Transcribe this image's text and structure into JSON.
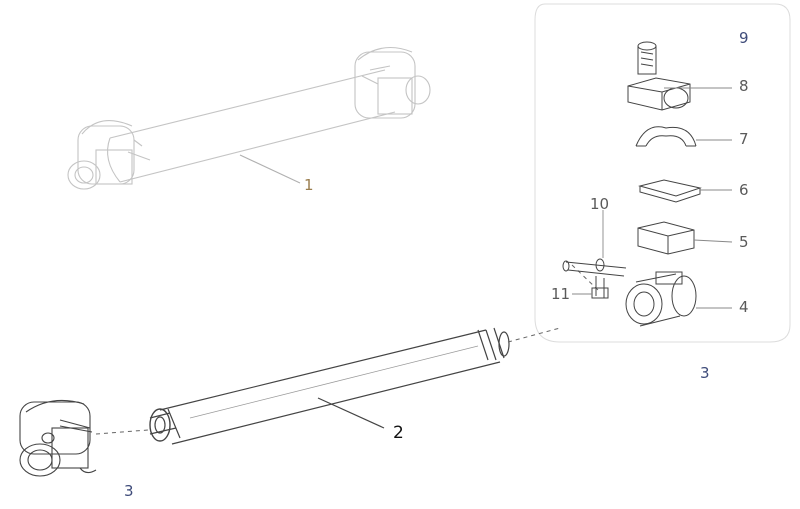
{
  "callouts": {
    "c1": "1",
    "c2": "2",
    "c3_bottom": "3",
    "c3_right": "3",
    "c4": "4",
    "c5": "5",
    "c6": "6",
    "c7": "7",
    "c8": "8",
    "c9": "9",
    "c10": "10",
    "c11": "11"
  },
  "colors": {
    "line_light": "#c8c8c8",
    "line_dark": "#555555",
    "label_navy": "#3f4c7a",
    "label_brown": "#9a7d4e",
    "label_black": "#111111"
  }
}
